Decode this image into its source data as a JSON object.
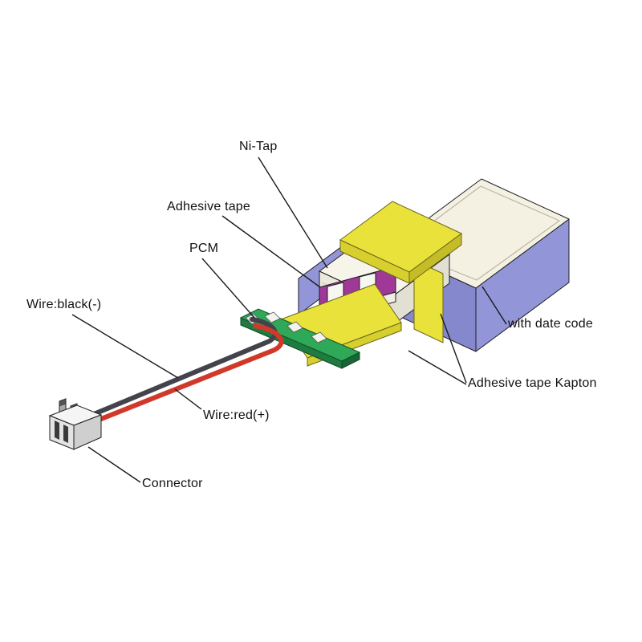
{
  "figure": {
    "labels": {
      "ni_tap": "Ni-Tap",
      "adhesive_tape": "Adhesive tape",
      "pcm": "PCM",
      "wire_black": "Wire:black(-)",
      "with_date_code": "with date code",
      "adhesive_tape_kapton": "Adhesive tape Kapton",
      "wire_red": "Wire:red(+)",
      "connector": "Connector"
    },
    "colors": {
      "battery_body": "#9295d8",
      "battery_top": "#f4f1e3",
      "kapton_yellow": "#e9e23b",
      "separator_magenta": "#a03898",
      "pcm_green": "#2fa857",
      "wire_red": "#d0392a",
      "wire_black": "#43434b",
      "leader_line": "#1a1a1a",
      "background": "#ffffff"
    }
  }
}
